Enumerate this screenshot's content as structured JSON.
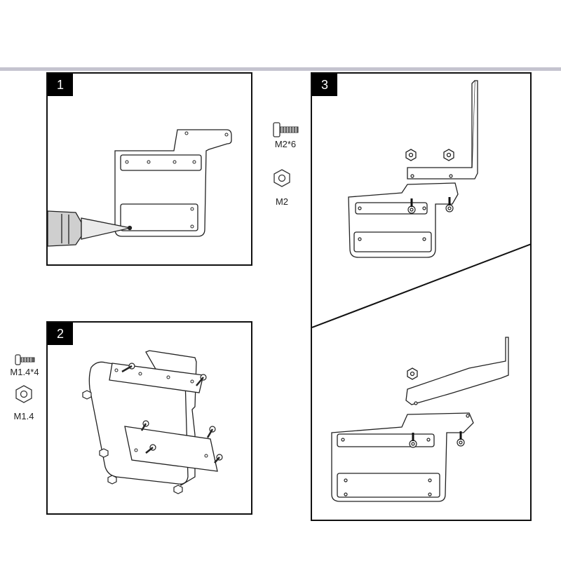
{
  "steps": [
    {
      "number": "1"
    },
    {
      "number": "2"
    },
    {
      "number": "3"
    }
  ],
  "hardware": {
    "screw_m2": "M2*6",
    "nut_m2": "M2",
    "screw_m14": "M1.4*4",
    "nut_m14": "M1.4"
  },
  "colors": {
    "rule": "#c4c3cf",
    "outline": "#111111",
    "badge_bg": "#000000",
    "badge_text": "#ffffff"
  }
}
